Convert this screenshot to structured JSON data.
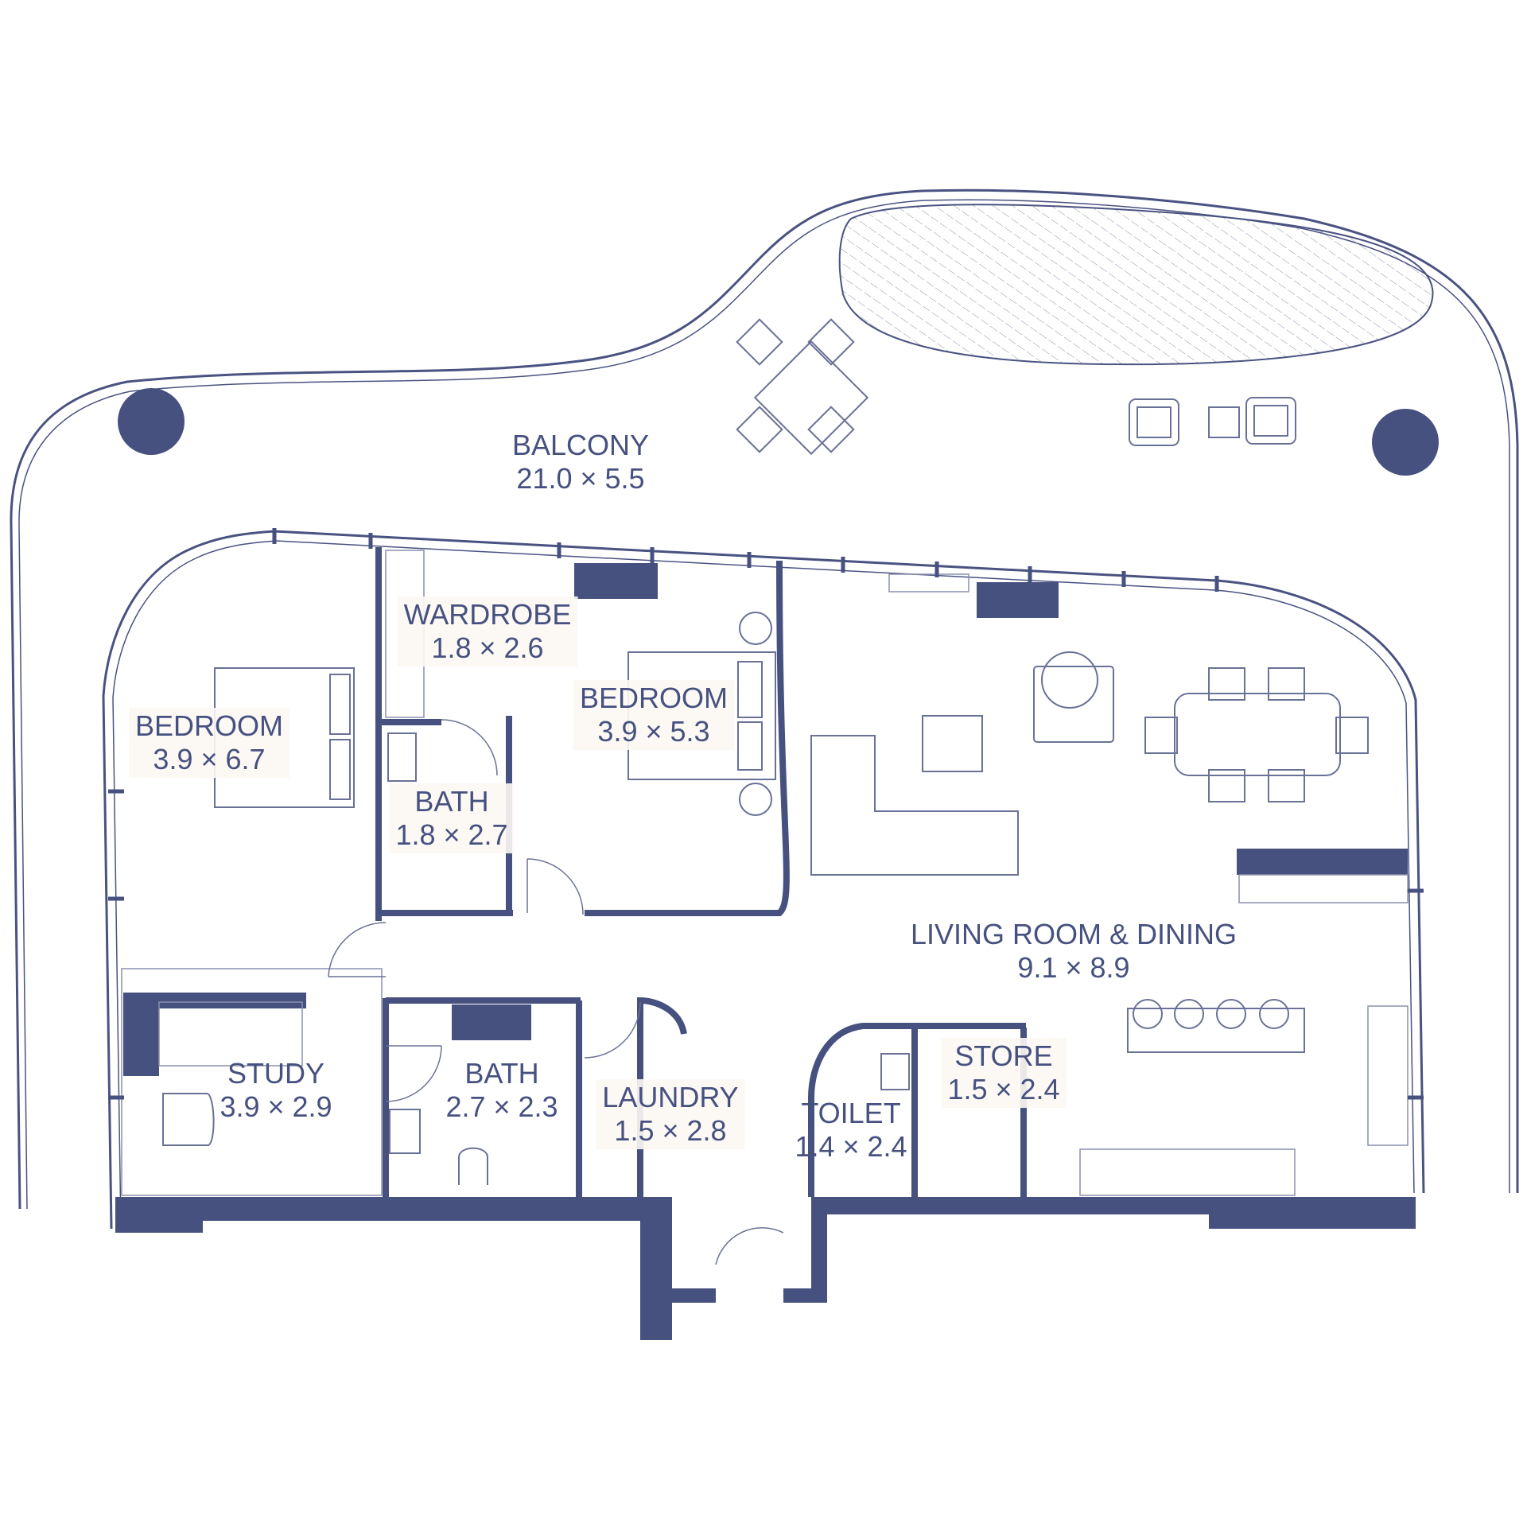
{
  "colors": {
    "wall": "#475180",
    "line": "#4a5281",
    "thin": "#8a90ad",
    "background": "#ffffff",
    "label_bg": "#fcf8f4"
  },
  "rooms": [
    {
      "key": "balcony",
      "name": "BALCONY",
      "size": "21.0 × 5.5"
    },
    {
      "key": "wardrobe",
      "name": "WARDROBE",
      "size": "1.8 × 2.6"
    },
    {
      "key": "bedroom_left",
      "name": "BEDROOM",
      "size": "3.9 × 6.7"
    },
    {
      "key": "bedroom_center",
      "name": "BEDROOM",
      "size": "3.9 × 5.3"
    },
    {
      "key": "bath_upper",
      "name": "BATH",
      "size": "1.8 × 2.7"
    },
    {
      "key": "living_dining",
      "name": "LIVING ROOM & DINING",
      "size": "9.1 × 8.9"
    },
    {
      "key": "study",
      "name": "STUDY",
      "size": "3.9 × 2.9"
    },
    {
      "key": "bath_lower",
      "name": "BATH",
      "size": "2.7 × 2.3"
    },
    {
      "key": "laundry",
      "name": "LAUNDRY",
      "size": "1.5 × 2.8"
    },
    {
      "key": "toilet",
      "name": "TOILET",
      "size": "1.4 × 2.4"
    },
    {
      "key": "store",
      "name": "STORE",
      "size": "1.5 × 2.4"
    }
  ],
  "icons": [
    "column-icon",
    "planter-icon",
    "outdoor-dining-set-icon",
    "lounge-chair-icon",
    "bed-icon",
    "sofa-icon",
    "dining-table-icon",
    "armchair-icon",
    "plant-icon",
    "kitchen-island-icon",
    "toilet-icon",
    "washbasin-icon",
    "desk-icon",
    "door-swing-icon"
  ]
}
